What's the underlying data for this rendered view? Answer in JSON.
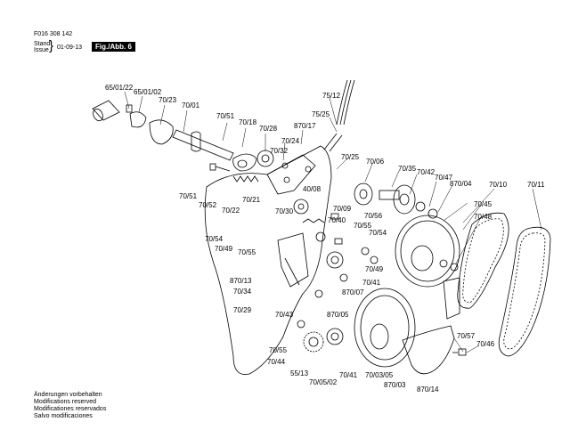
{
  "header": {
    "doc_number": "F016 308 142",
    "stand_label": "Stand",
    "issue_label": "Issue",
    "date": "01-09-13",
    "figure_label": "Fig./Abb. 6"
  },
  "footer": {
    "notes": [
      "Änderungen vorbehalten",
      "Modifications reserved",
      "Modificationes reservados",
      "Salvo modificaciones"
    ]
  },
  "parts": [
    "65/01/22",
    "65/01/02",
    "70/23",
    "70/01",
    "70/51",
    "70/18",
    "70/28",
    "70/24",
    "70/32",
    "870/17",
    "75/12",
    "75/25",
    "70/25",
    "70/06",
    "70/51",
    "70/52",
    "70/22",
    "70/21",
    "70/30",
    "40/08",
    "70/09",
    "70/40",
    "70/56",
    "70/35",
    "70/42",
    "70/47",
    "870/04",
    "70/10",
    "70/11",
    "70/45",
    "70/48",
    "70/55",
    "70/54",
    "70/54",
    "70/49",
    "70/55",
    "70/49",
    "70/41",
    "870/13",
    "70/34",
    "70/29",
    "870/07",
    "70/43",
    "870/05",
    "70/55",
    "70/44",
    "55/13",
    "70/05/02",
    "70/41",
    "70/03/05",
    "870/03",
    "870/14",
    "70/57",
    "70/46"
  ]
}
